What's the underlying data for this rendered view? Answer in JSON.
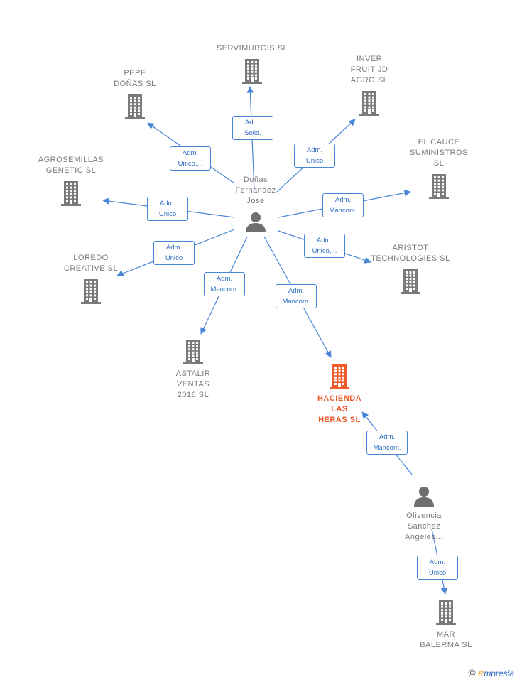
{
  "colors": {
    "edge": "#4a86d8",
    "company": "#7a7a7a",
    "focus": "#ef5a2a",
    "person": "#6f6f6f"
  },
  "nodes": [
    {
      "id": "servimurgis",
      "kind": "company",
      "label": "SERVIMURGIS SL"
    },
    {
      "id": "pepe",
      "kind": "company",
      "label": "PEPE\nDOÑAS  SL"
    },
    {
      "id": "inver",
      "kind": "company",
      "label": "INVER\nFRUIT JD\nAGRO  SL"
    },
    {
      "id": "agrosemillas",
      "kind": "company",
      "label": "AGROSEMILLAS\nGENETIC  SL"
    },
    {
      "id": "elcauce",
      "kind": "company",
      "label": "EL CAUCE\nSUMINISTROS\nSL"
    },
    {
      "id": "loredo",
      "kind": "company",
      "label": "LOREDO\nCREATIVE SL"
    },
    {
      "id": "aristot",
      "kind": "company",
      "label": "ARISTOT\nTECHNOLOGIES SL"
    },
    {
      "id": "astalir",
      "kind": "company",
      "label": "ASTALIR\nVENTAS\n2016  SL"
    },
    {
      "id": "hacienda",
      "kind": "focus",
      "label": "HACIENDA\nLAS\nHERAS  SL"
    },
    {
      "id": "mar",
      "kind": "company",
      "label": "MAR\nBALERMA  SL"
    },
    {
      "id": "donas",
      "kind": "person",
      "label": "Doñas\nFernandez\nJose"
    },
    {
      "id": "olivencia",
      "kind": "person",
      "label": "Olivencia\nSanchez\nAngeles..."
    }
  ],
  "relations": [
    {
      "from": "donas",
      "to": "servimurgis",
      "label": "Adm.\nSolid."
    },
    {
      "from": "donas",
      "to": "pepe",
      "label": "Adm.\nUnico,..."
    },
    {
      "from": "donas",
      "to": "inver",
      "label": "Adm.\nUnico"
    },
    {
      "from": "donas",
      "to": "agrosemillas",
      "label": "Adm.\nUnico"
    },
    {
      "from": "donas",
      "to": "elcauce",
      "label": "Adm.\nMancom."
    },
    {
      "from": "donas",
      "to": "loredo",
      "label": "Adm.\nUnico"
    },
    {
      "from": "donas",
      "to": "aristot",
      "label": "Adm.\nUnico,..."
    },
    {
      "from": "donas",
      "to": "astalir",
      "label": "Adm.\nMancom."
    },
    {
      "from": "donas",
      "to": "hacienda",
      "label": "Adm.\nMancom."
    },
    {
      "from": "olivencia",
      "to": "hacienda",
      "label": "Adm.\nMancom."
    },
    {
      "from": "olivencia",
      "to": "mar",
      "label": "Adm.\nUnico"
    }
  ],
  "brand": {
    "copyright": "©",
    "initial": "e",
    "rest": "mpresia"
  }
}
